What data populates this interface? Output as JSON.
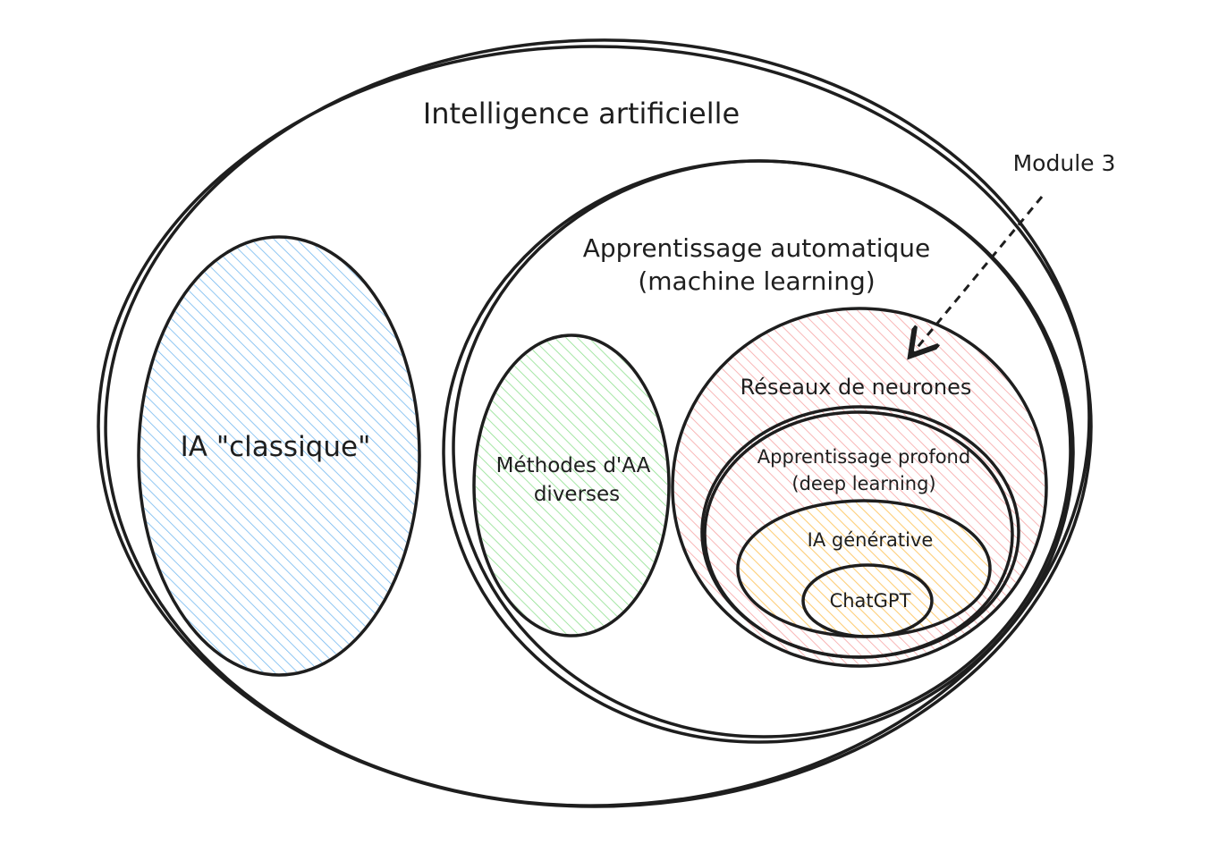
{
  "title": "Intelligence artificielle",
  "annotation": "Module 3",
  "machine_learning": {
    "line1": "Apprentissage automatique",
    "line2": "(machine learning)"
  },
  "classic_ai": "IA \"classique\"",
  "ml_methods": {
    "line1": "Méthodes d'AA",
    "line2": "diverses"
  },
  "neural_networks": "Réseaux de neurones",
  "deep_learning": {
    "line1": "Apprentissage profond",
    "line2": "(deep learning)"
  },
  "generative_ai": "IA générative",
  "chatgpt": "ChatGPT",
  "colors": {
    "blue": "#74b9f0",
    "green": "#8ee08e",
    "red": "#f7a4a4",
    "yellow": "#ffd966",
    "stroke": "#1e1e1e"
  }
}
